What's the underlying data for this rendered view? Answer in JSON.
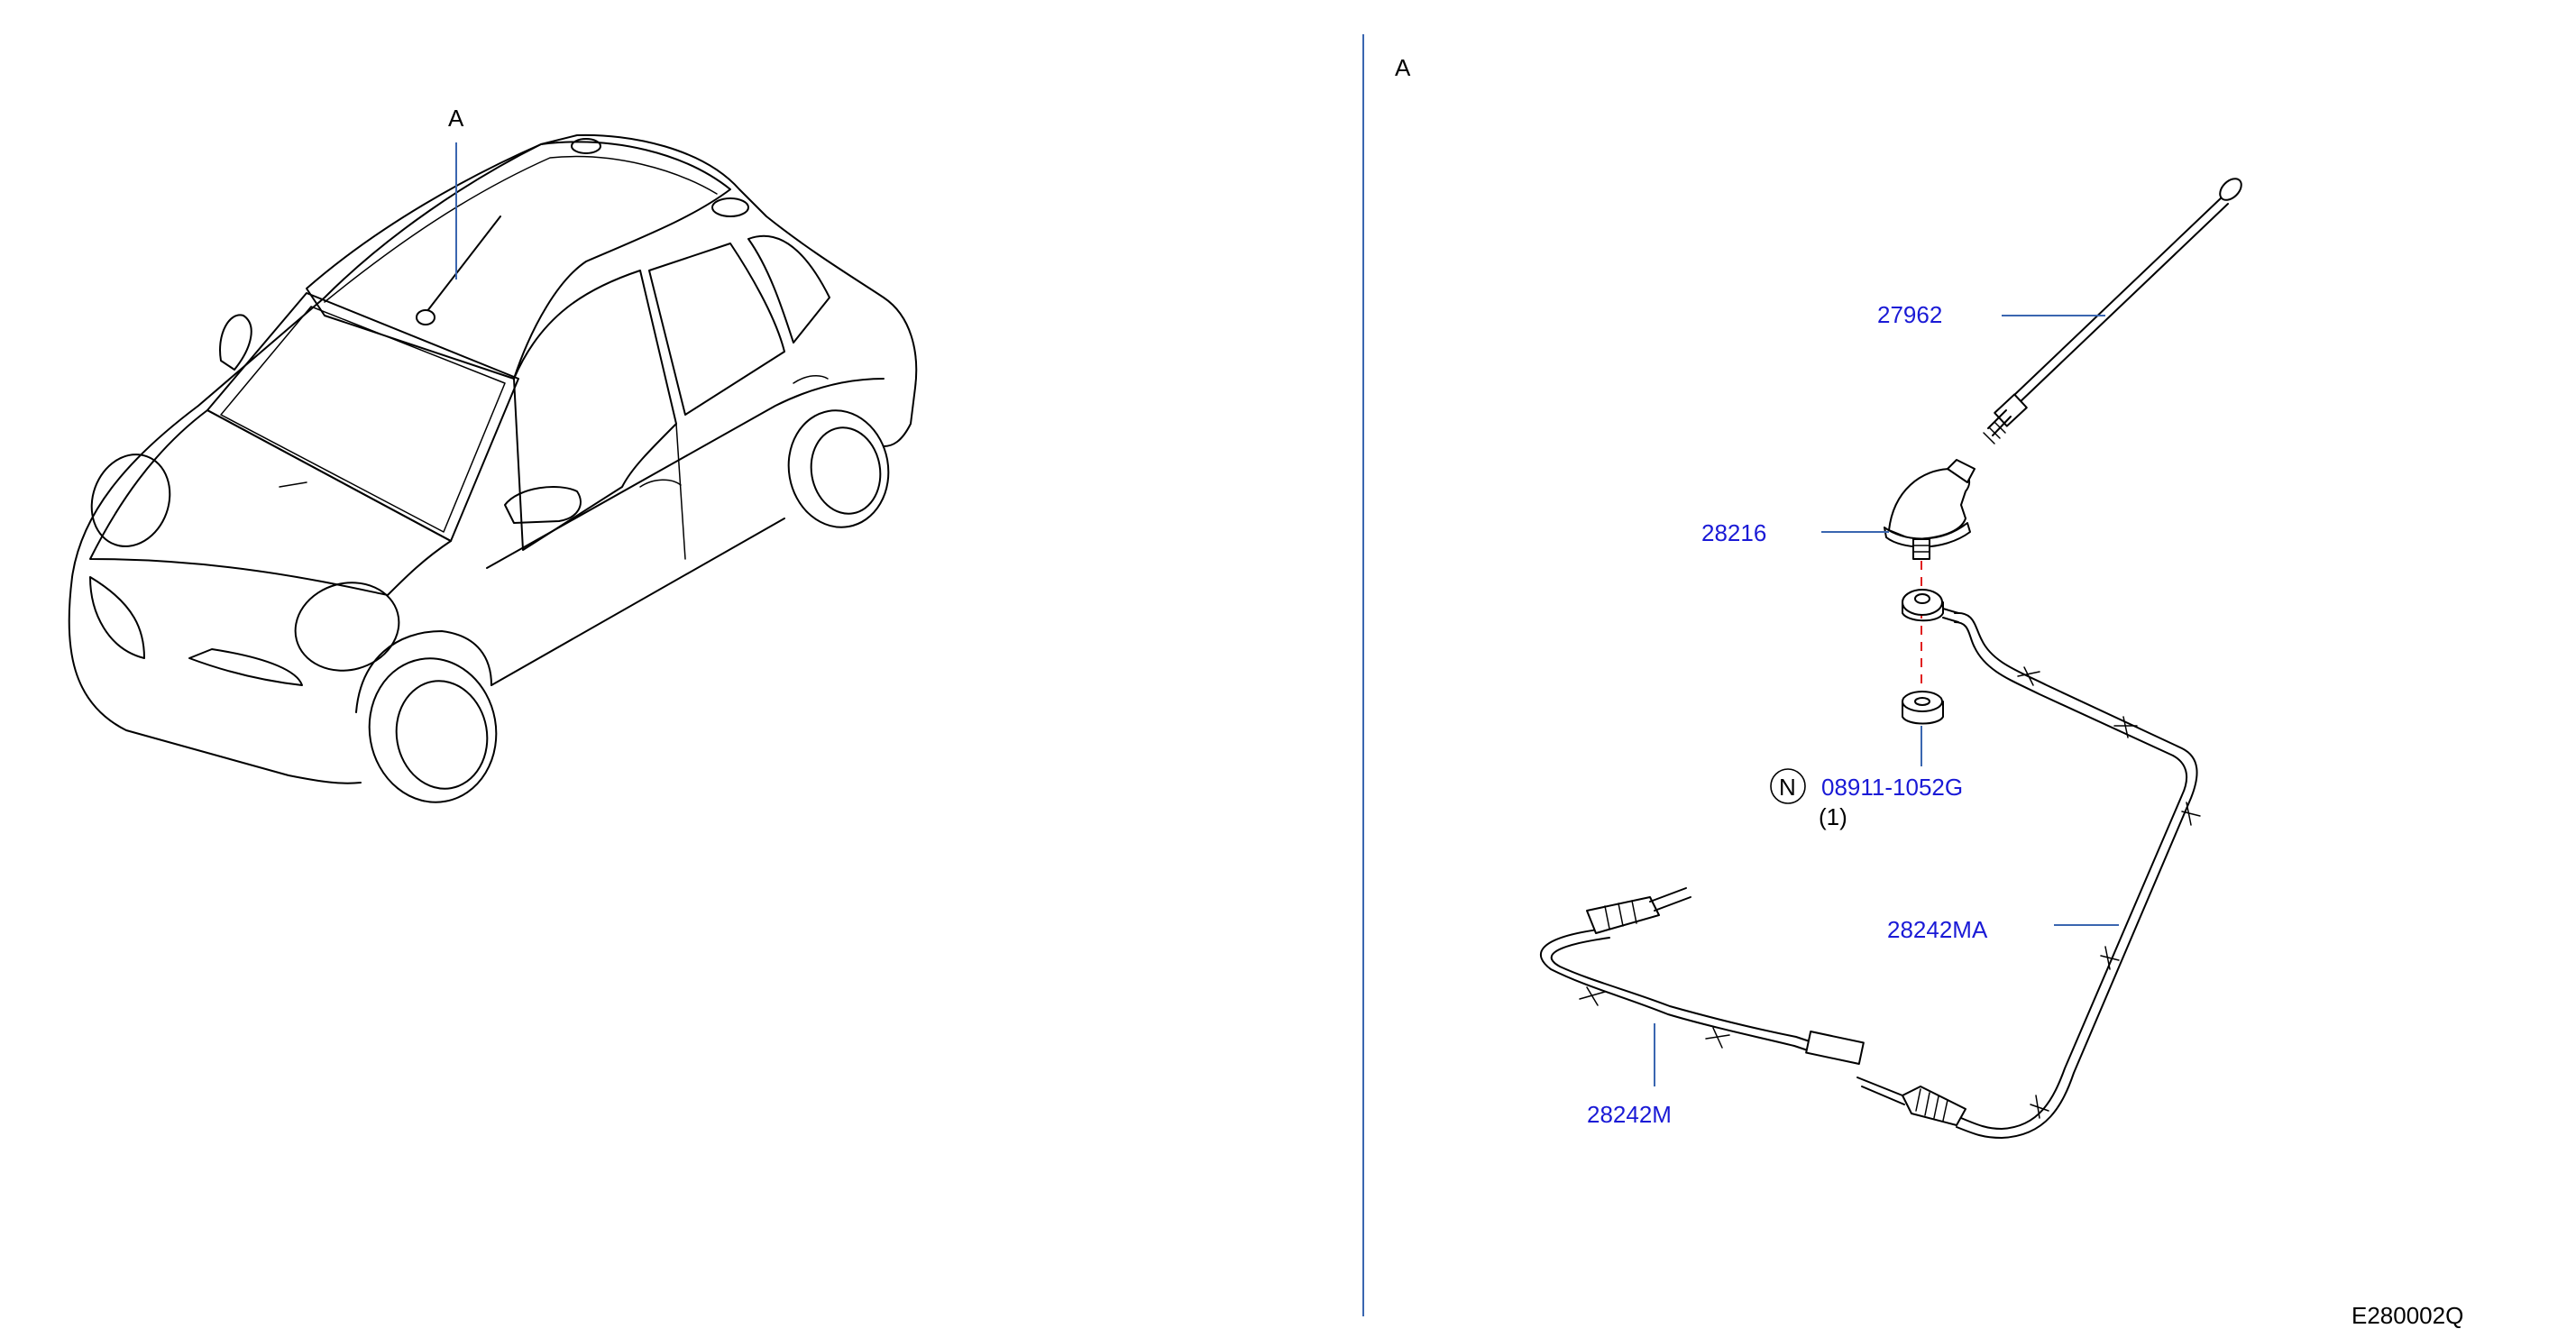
{
  "view_marker": "A",
  "detail_marker": "A",
  "drawing_code": "E280002Q",
  "parts": {
    "antenna_rod": "27962",
    "antenna_base": "28216",
    "nut_prefix": "N",
    "nut_part": "08911-1052G",
    "nut_qty": "(1)",
    "feeder_main": "28242MA",
    "feeder_sub": "28242M"
  },
  "colors": {
    "label": "#1a1ad6",
    "callout_line": "#3a66b0",
    "divider": "#3a66b0",
    "red_guide": "#e02020"
  }
}
